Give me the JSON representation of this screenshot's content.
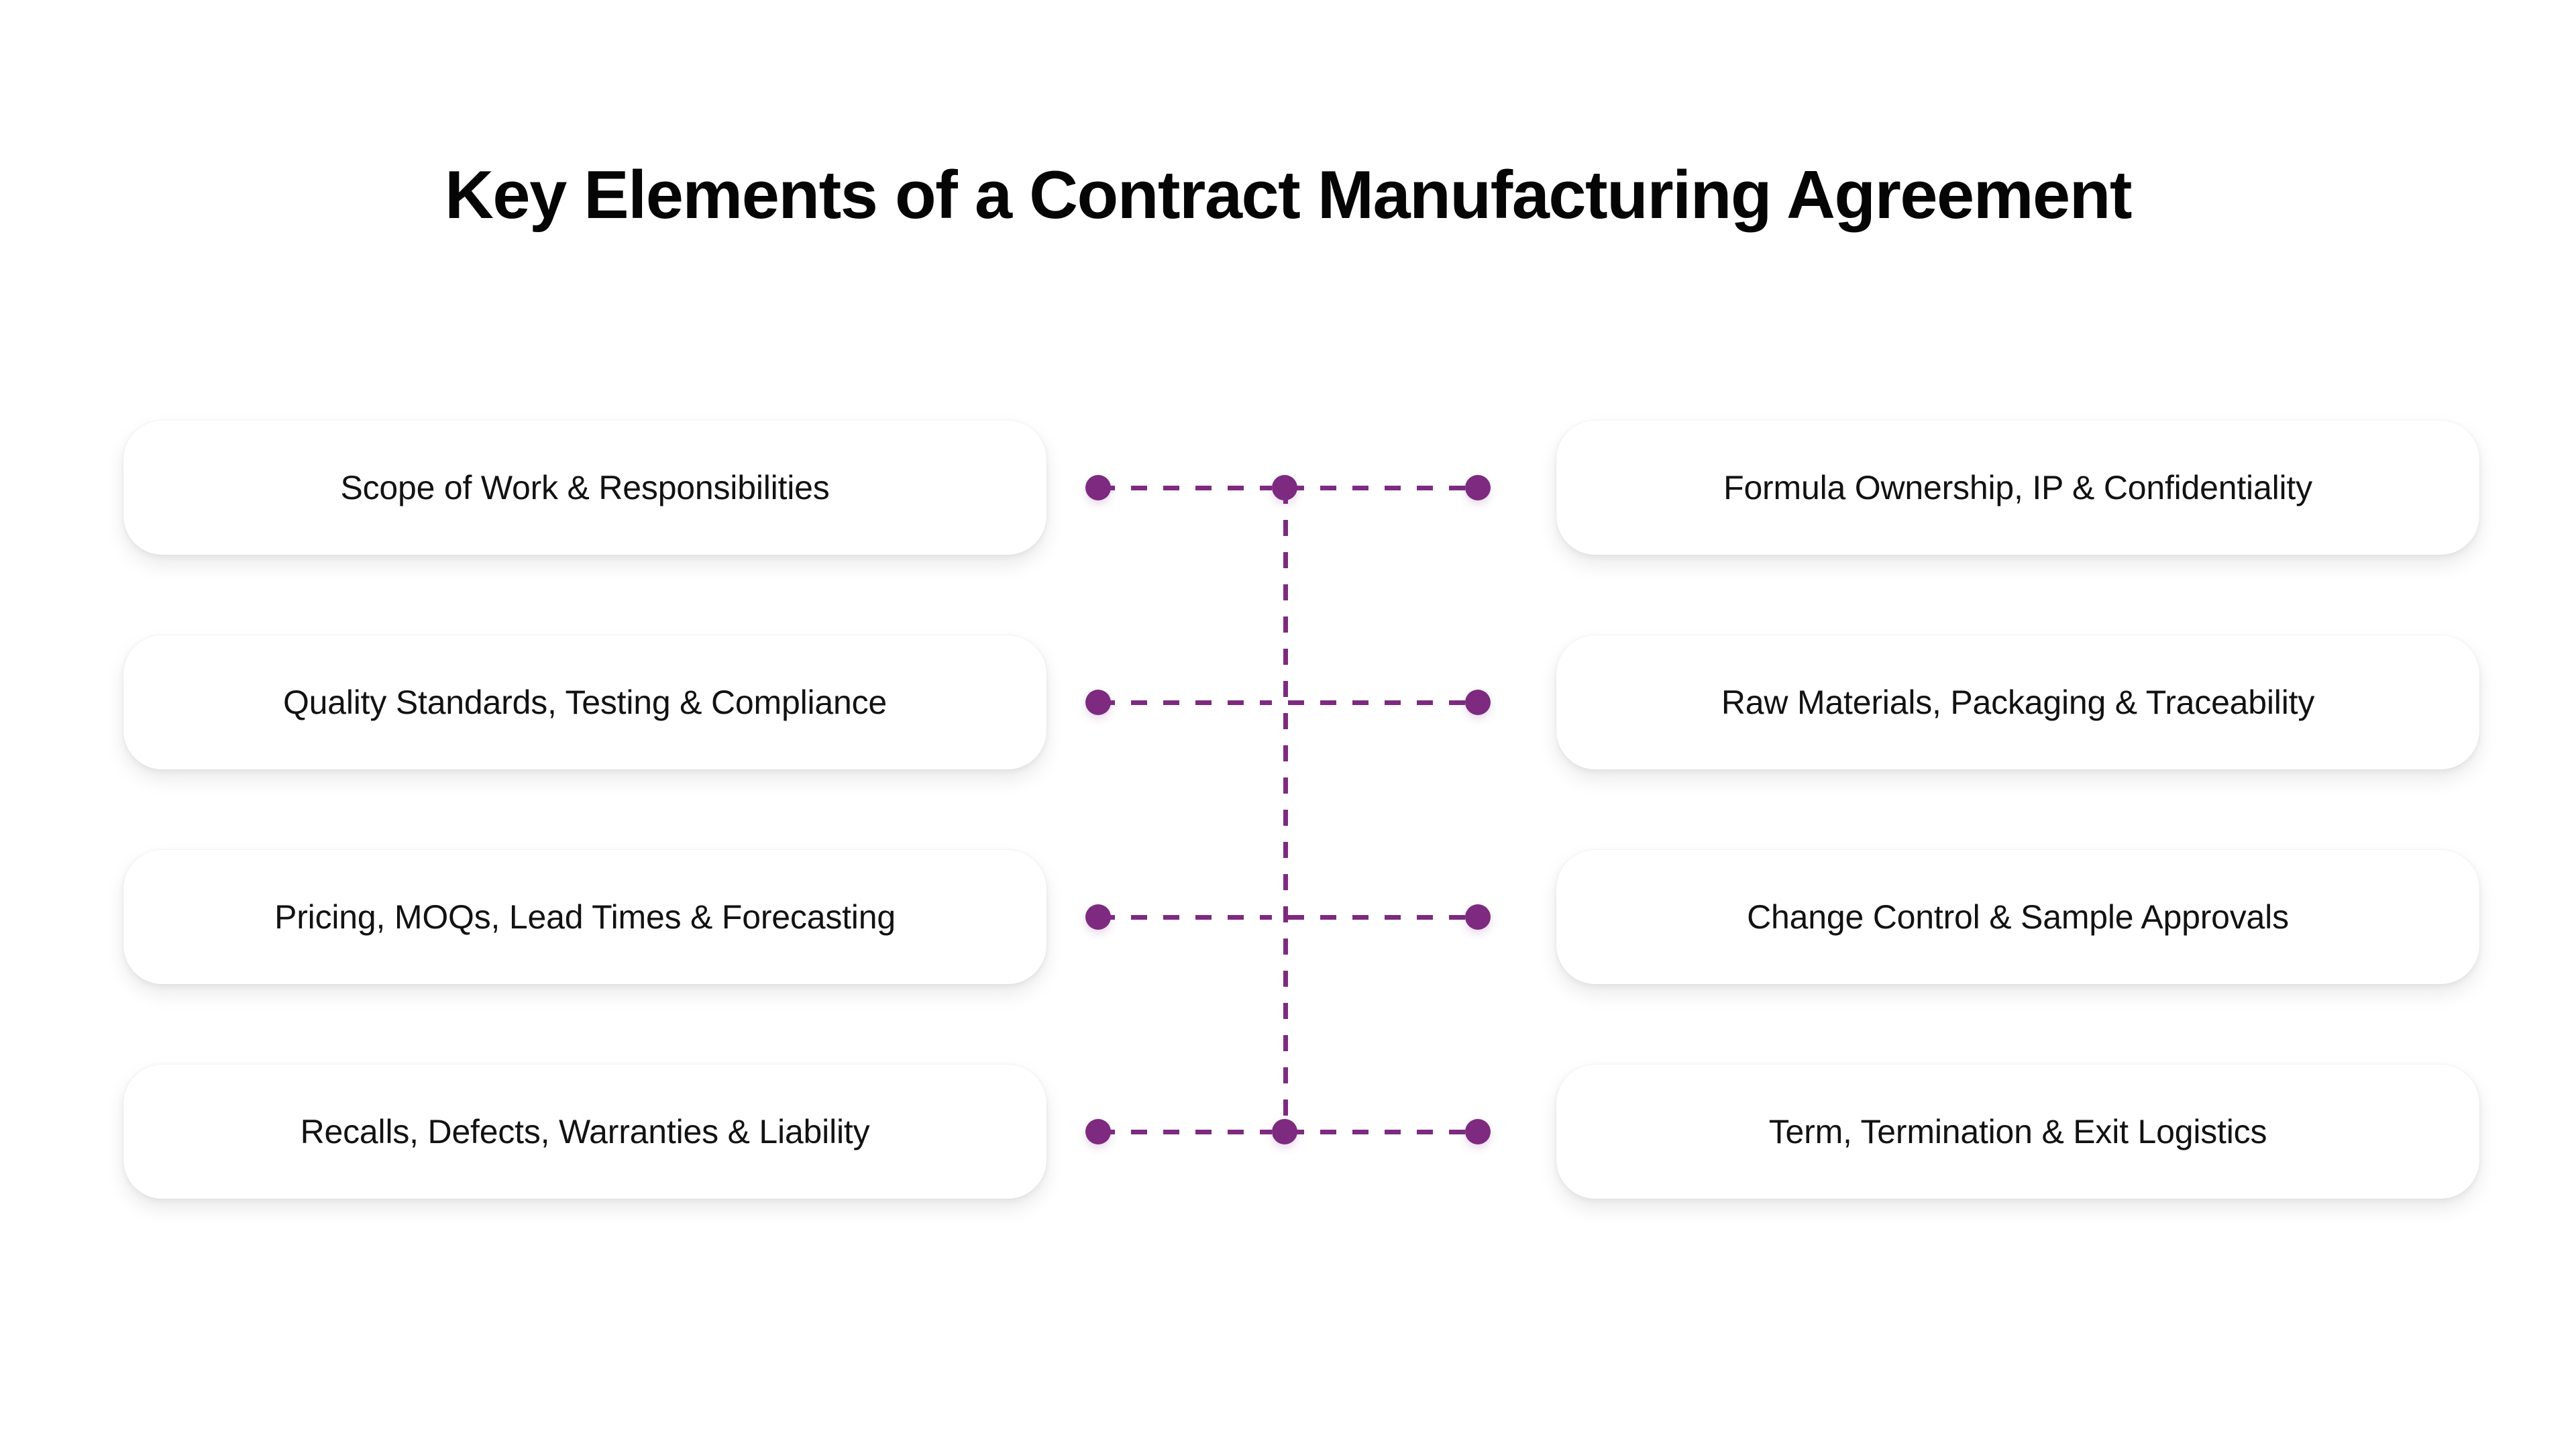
{
  "page": {
    "title": "Key Elements of a Contract Manufacturing Agreement",
    "background_color": "#ffffff",
    "accent_color": "#7d2a80",
    "card_background": "#ffffff",
    "text_color": "#121212"
  },
  "diagram": {
    "type": "two-column-linked-list",
    "rows": [
      {
        "left_label": "Scope of Work & Responsibilities",
        "right_label": "Formula Ownership, IP & Confidentiality",
        "has_center_node": true
      },
      {
        "left_label": "Quality Standards, Testing & Compliance",
        "right_label": "Raw Materials, Packaging & Traceability",
        "has_center_node": false
      },
      {
        "left_label": "Pricing, MOQs, Lead Times & Forecasting",
        "right_label": "Change Control & Sample Approvals",
        "has_center_node": false
      },
      {
        "left_label": "Recalls, Defects, Warranties & Liability",
        "right_label": "Term, Termination & Exit Logistics",
        "has_center_node": true
      }
    ],
    "connector": {
      "style": "dashed",
      "color": "#7d2a80",
      "node_shape": "circle",
      "spine_orientation": "vertical"
    }
  }
}
